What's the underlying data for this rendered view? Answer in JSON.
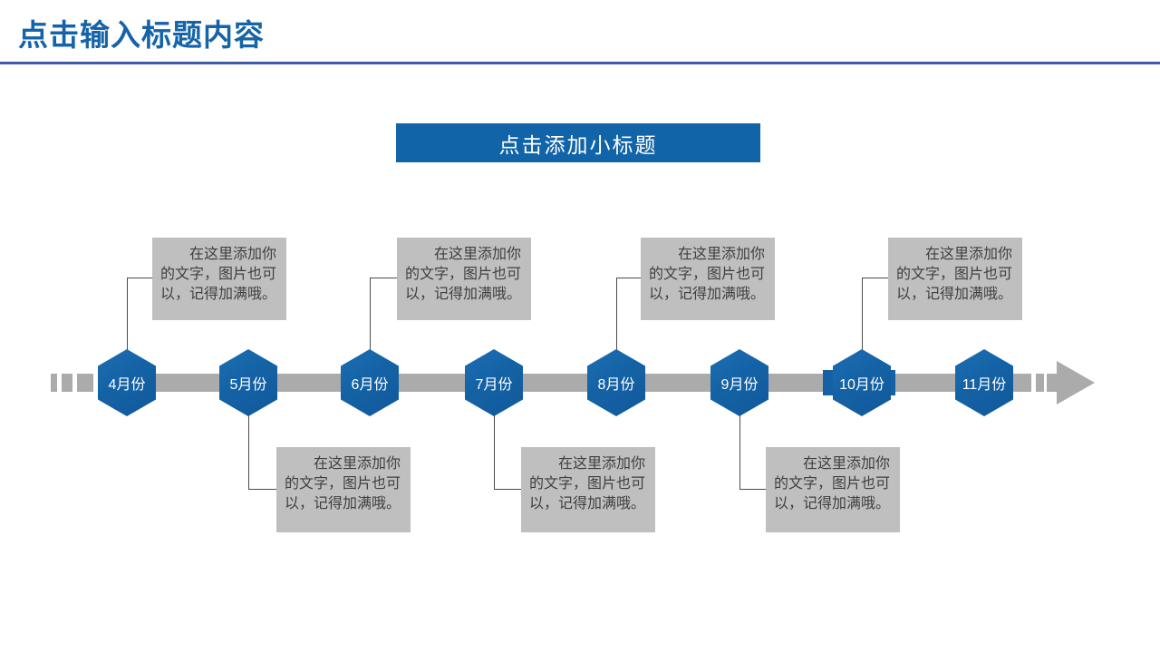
{
  "header": {
    "title": "点击输入标题内容"
  },
  "banner": {
    "label": "点击添加小标题"
  },
  "timeline": {
    "months": [
      {
        "label": "4月份",
        "callout": "top"
      },
      {
        "label": "5月份",
        "callout": "bottom"
      },
      {
        "label": "6月份",
        "callout": "top"
      },
      {
        "label": "7月份",
        "callout": "bottom"
      },
      {
        "label": "8月份",
        "callout": "top"
      },
      {
        "label": "9月份",
        "callout": "bottom"
      },
      {
        "label": "10月份",
        "callout": "top"
      },
      {
        "label": "11月份",
        "callout": "none"
      }
    ],
    "placeholder_text": "在这里添加你的文字，图片也可以，记得加满哦。"
  },
  "colors": {
    "title_blue": "#1563A8",
    "banner_blue": "#1164A8",
    "hexagon_blue": "#1462A5",
    "divider_blue": "#3D5BA7",
    "bar_gray": "#ABABAB",
    "box_gray": "#BFBFBF",
    "box_text_gray": "#3F3F3F",
    "connector_gray": "#4B4B4B"
  }
}
